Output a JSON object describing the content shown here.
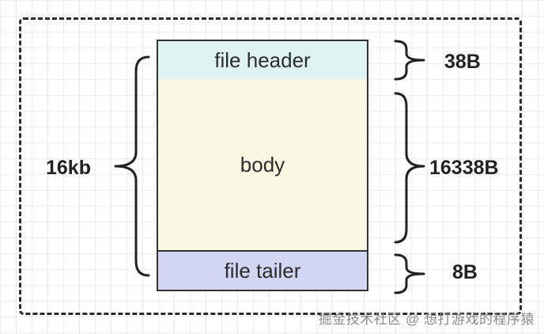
{
  "blocks": {
    "header": "file header",
    "body": "body",
    "tailer": "file tailer"
  },
  "sizes": {
    "total": "16kb",
    "header": "38B",
    "body": "16338B",
    "tailer": "8B"
  },
  "watermark": "掘金技术社区 @ 想打游戏的程序猿",
  "colors": {
    "header_fill": "#dff3f3",
    "body_fill": "#faf7e2",
    "tailer_fill": "#d2d6f3",
    "outline": "#2b2b2b"
  }
}
